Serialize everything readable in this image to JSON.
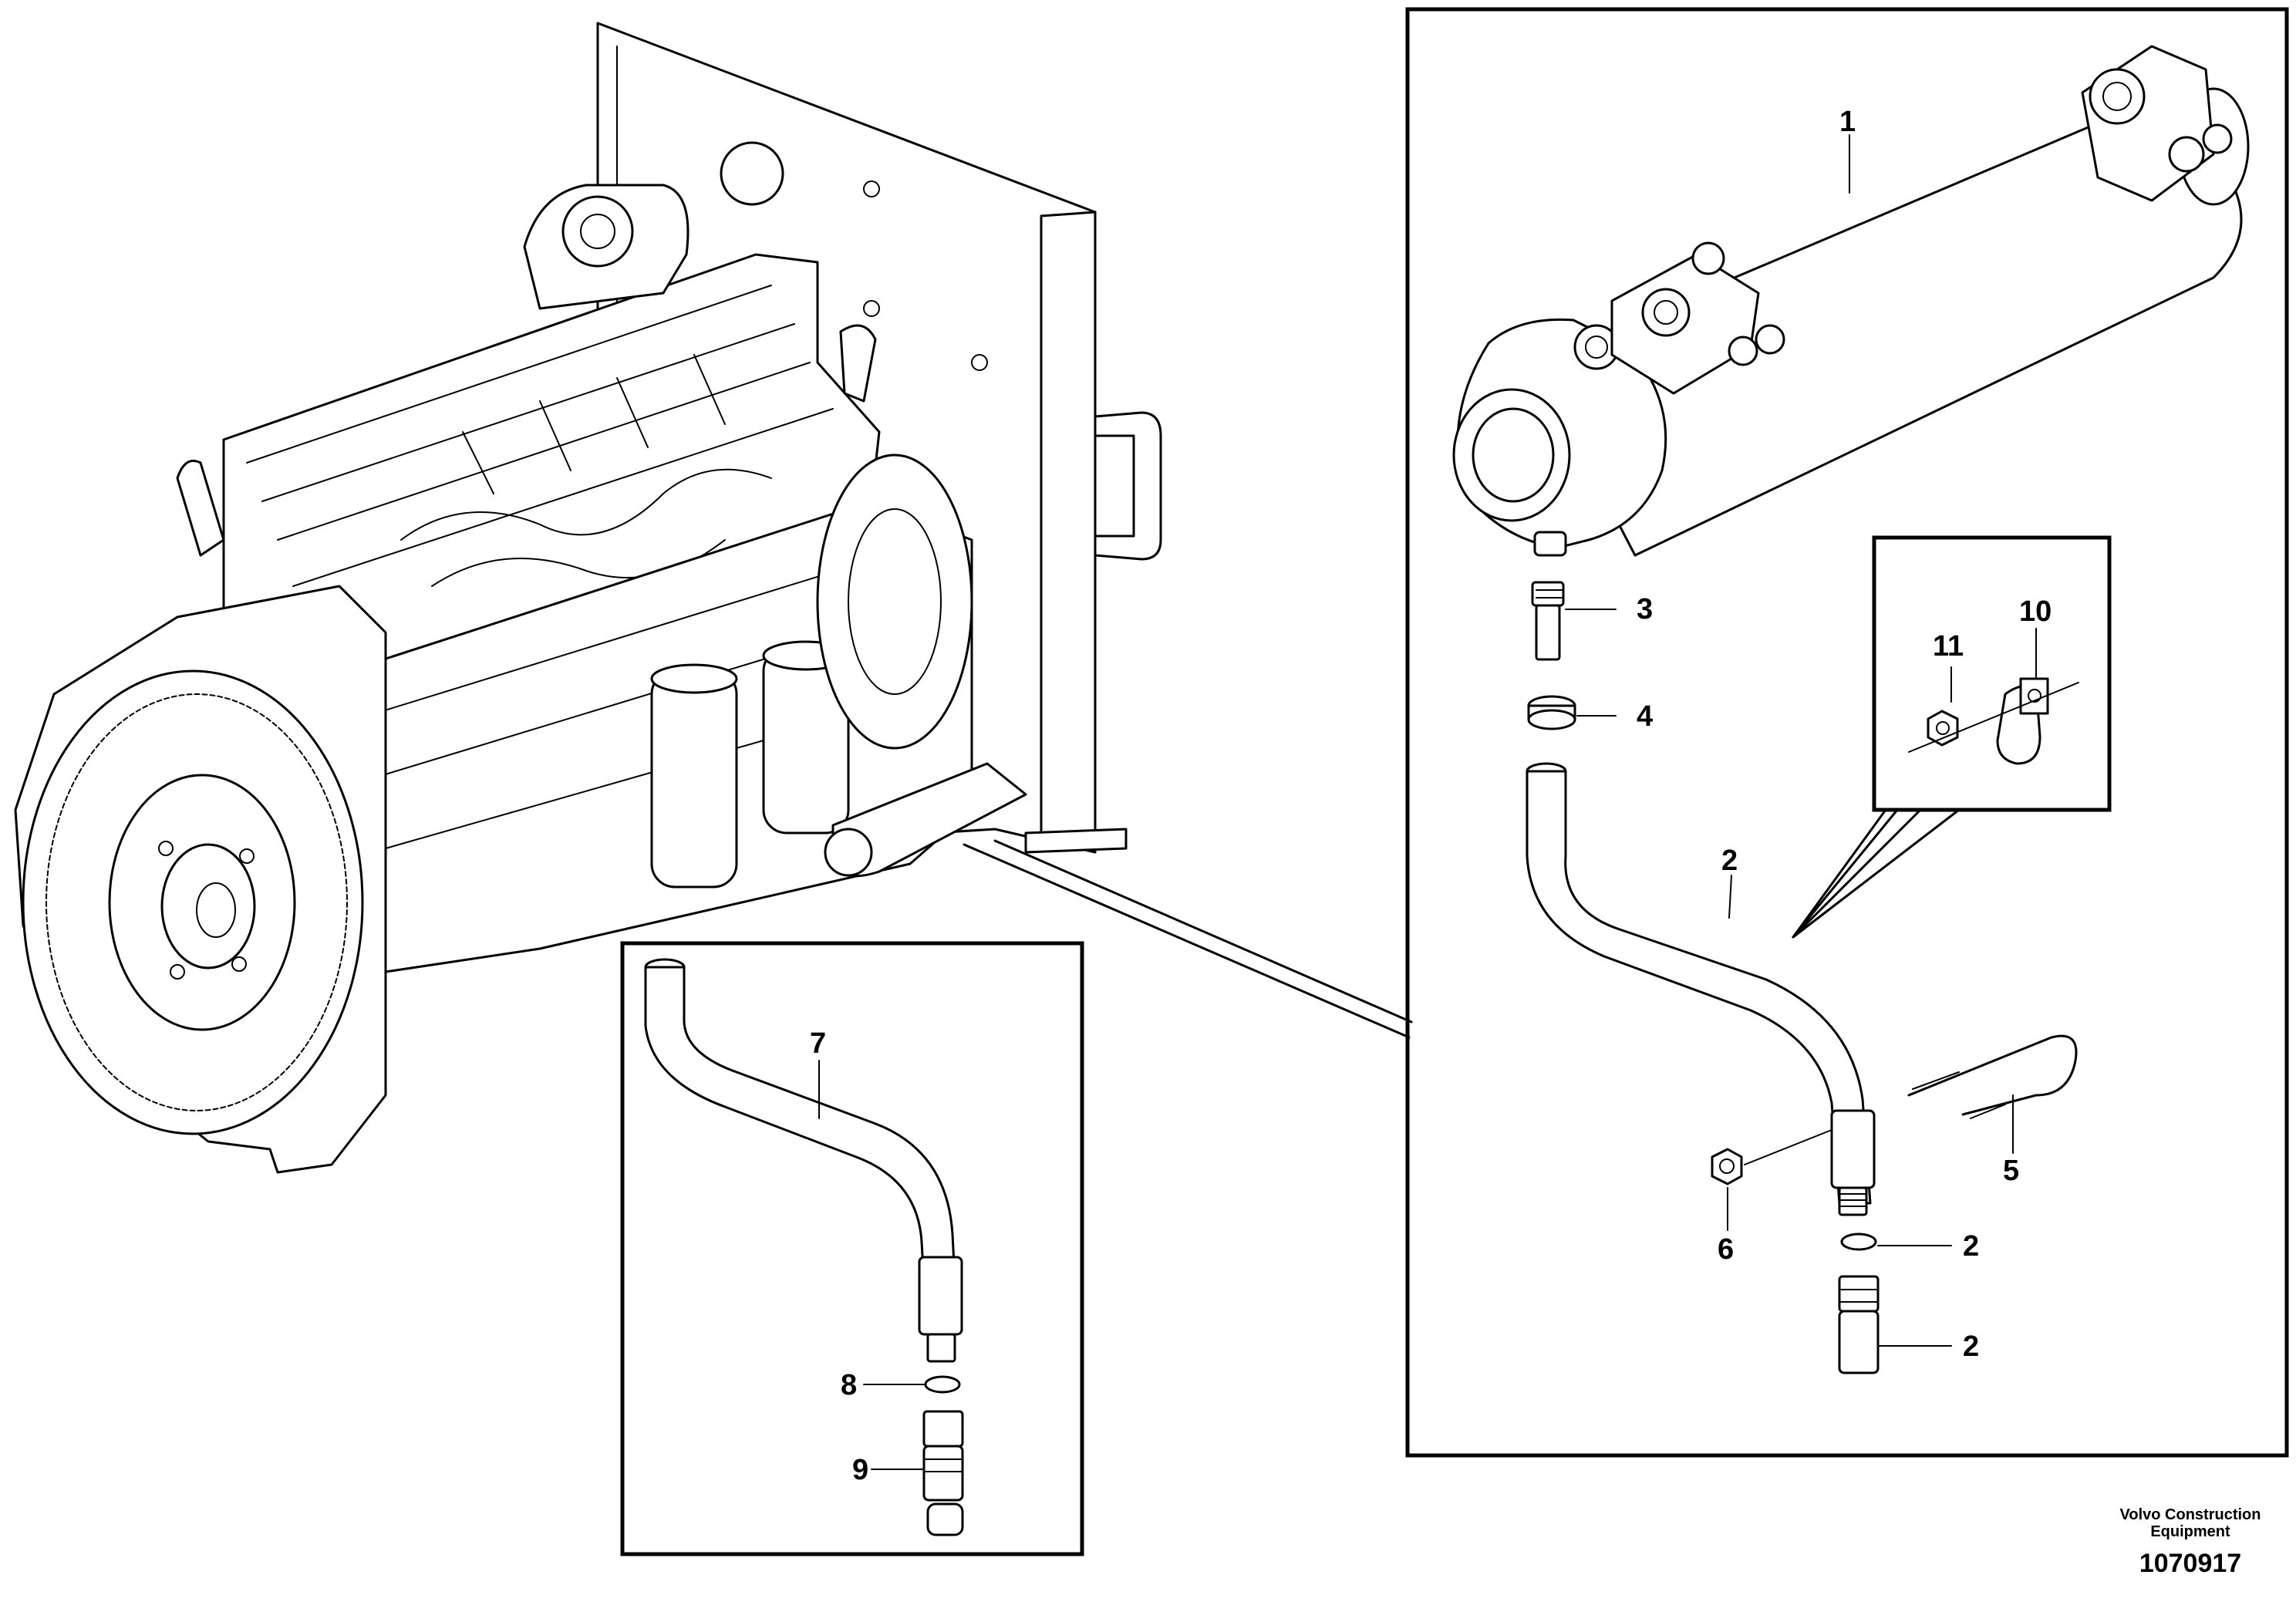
{
  "callouts": {
    "c1": "1",
    "c2a": "2",
    "c2b": "2",
    "c2c": "2",
    "c3": "3",
    "c4": "4",
    "c5": "5",
    "c6": "6",
    "c7": "7",
    "c8": "8",
    "c9": "9",
    "c10": "10",
    "c11": "11"
  },
  "footer": {
    "brand_line1": "Volvo Construction",
    "brand_line2": "Equipment",
    "drawing_number": "1070917"
  }
}
